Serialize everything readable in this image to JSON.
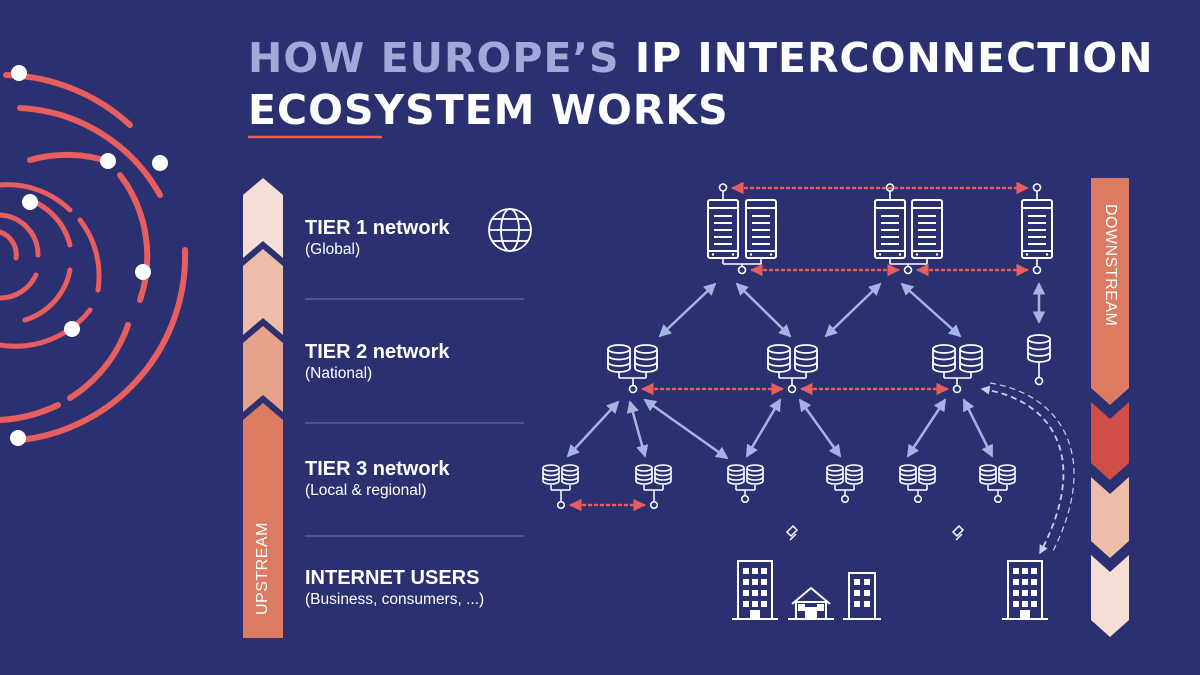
{
  "title": {
    "part1": "HOW EUROPE’S",
    "part2": "IP INTERCONNECTION",
    "line2": "ECOSYSTEM WORKS"
  },
  "tiers": [
    {
      "name": "TIER 1 network",
      "sub": "(Global)"
    },
    {
      "name": "TIER 2 network",
      "sub": "(National)"
    },
    {
      "name": "TIER 3 network",
      "sub": "(Local & regional)"
    },
    {
      "name": "INTERNET USERS",
      "sub": "(Business, consumers, ...)"
    }
  ],
  "arrows": {
    "upstream": "UPSTREAM",
    "downstream": "DOWNSTREAM"
  },
  "colors": {
    "background": "#2b3170",
    "accent": "#e85d5d",
    "link": "#a6b4e4",
    "peering": "#e85d5d"
  },
  "icons": {
    "tier1": "globe-icon",
    "servers": "server-rack-icon",
    "routers": "database-icon",
    "users": "building-icon"
  }
}
